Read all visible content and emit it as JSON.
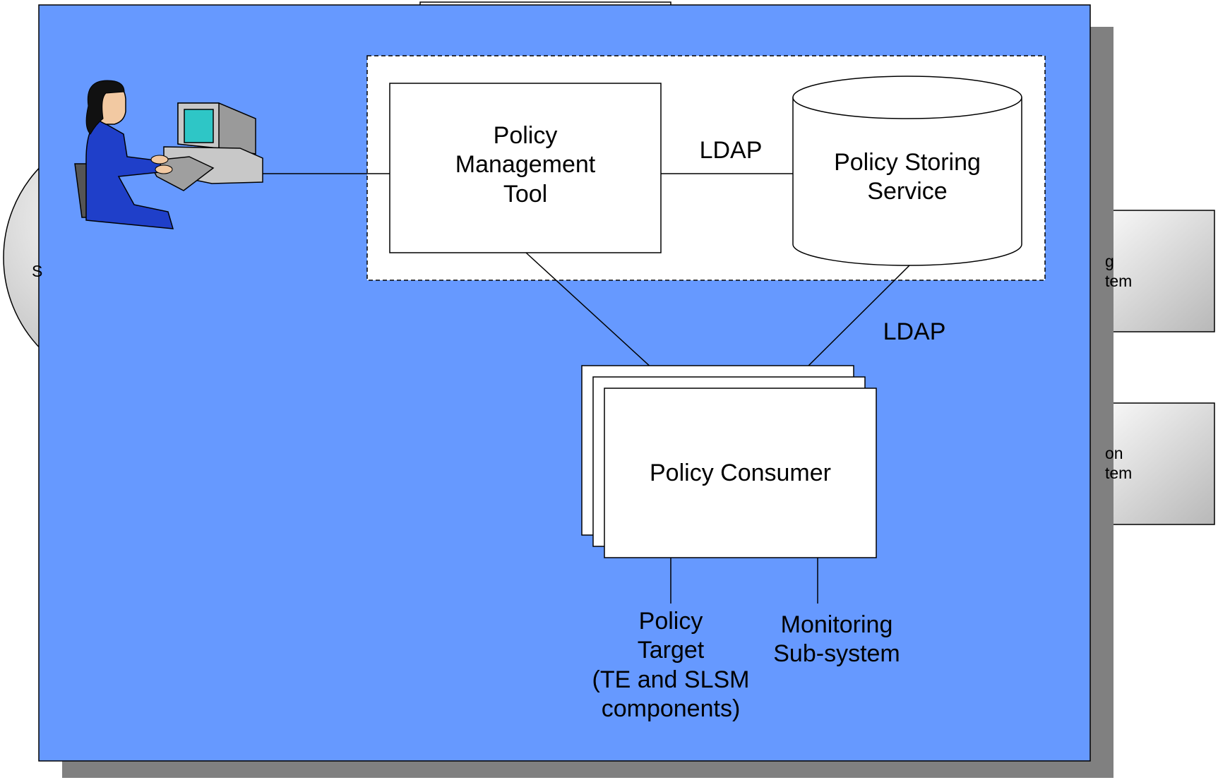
{
  "diagram": {
    "colors": {
      "panel": "#6699ff",
      "shadow": "#808080",
      "box": "#ffffff",
      "stroke": "#000000"
    },
    "policy_management_tool": {
      "label": "Policy\nManagement\nTool"
    },
    "policy_storing_service": {
      "label": "Policy Storing\nService"
    },
    "policy_consumer": {
      "label": "Policy Consumer"
    },
    "policy_target": {
      "label": "Policy\nTarget\n(TE and SLSM\ncomponents)"
    },
    "monitoring_subsystem": {
      "label": "Monitoring\nSub-system"
    },
    "ldap_top": "LDAP",
    "ldap_right": "LDAP",
    "background_partial": {
      "left_letter": "S",
      "right_box_1": "g\ntem",
      "right_box_2": "on\ntem"
    },
    "icons": {
      "operator": "person-at-computer-icon"
    }
  }
}
